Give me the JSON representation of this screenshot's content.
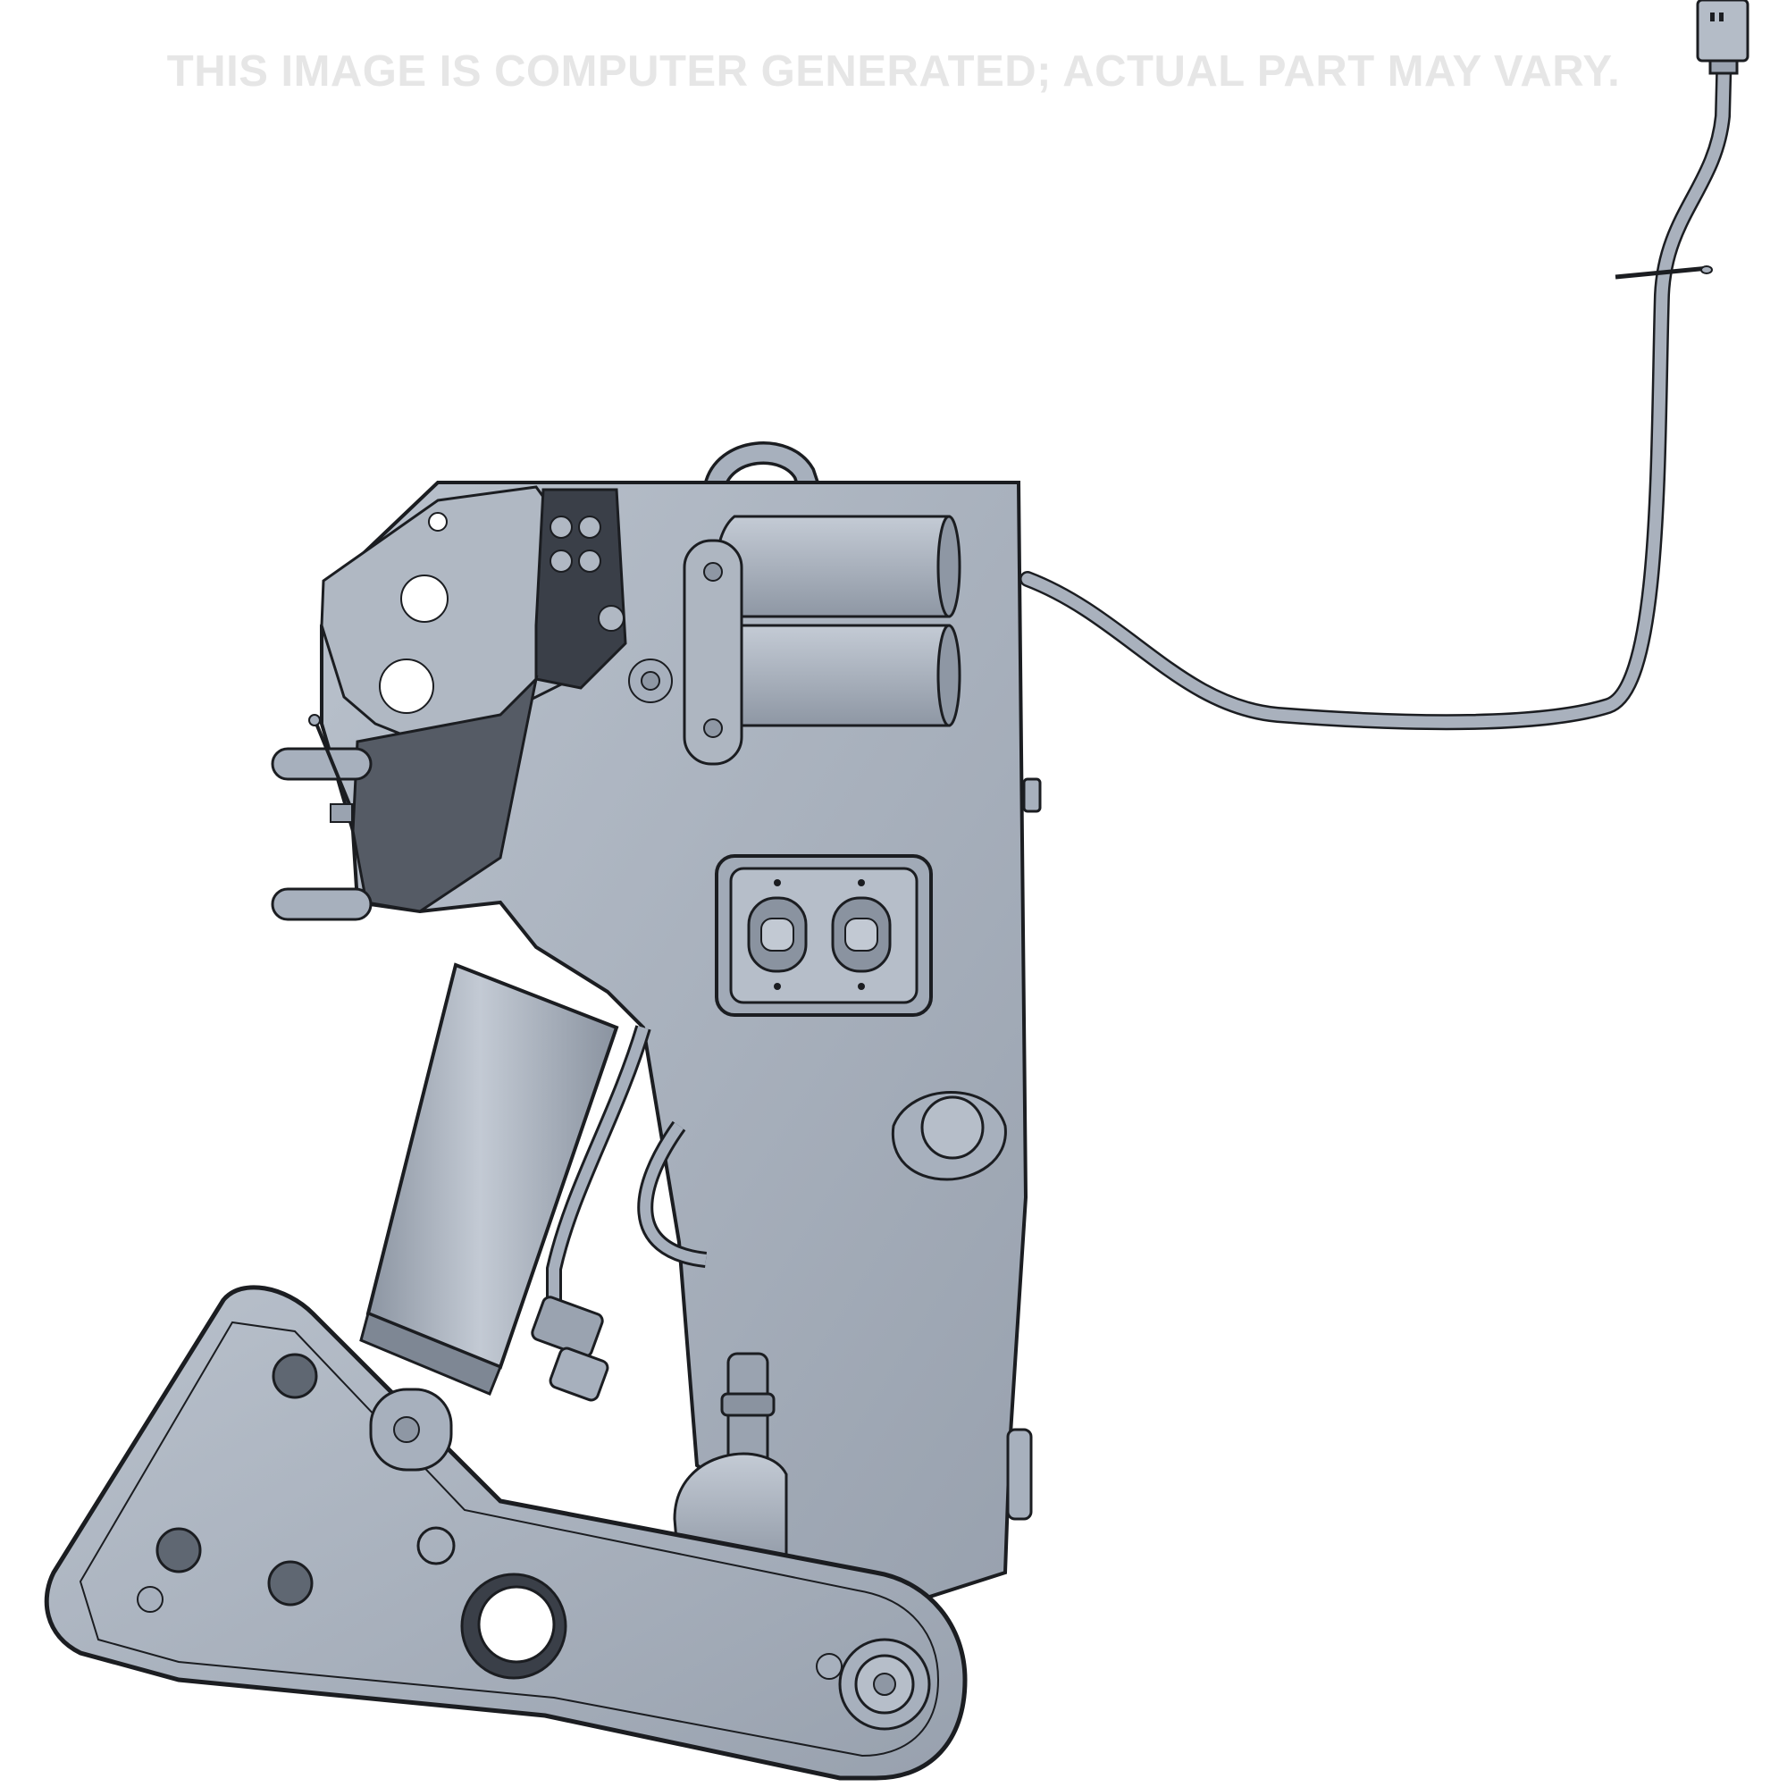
{
  "watermark": {
    "text": "THIS IMAGE IS COMPUTER GENERATED; ACTUAL PART MAY VARY."
  },
  "colors": {
    "body": "#a7b0bd",
    "body_light": "#b8c0cb",
    "shadow": "#7e8794",
    "dark": "#3a3f48",
    "outline": "#1b1d21",
    "watermark": "#e6e6e6"
  },
  "icons": {
    "part": "rendered-suspension-assembly-drawing",
    "cable": "wire-harness-cable",
    "connector": "electrical-connector"
  }
}
